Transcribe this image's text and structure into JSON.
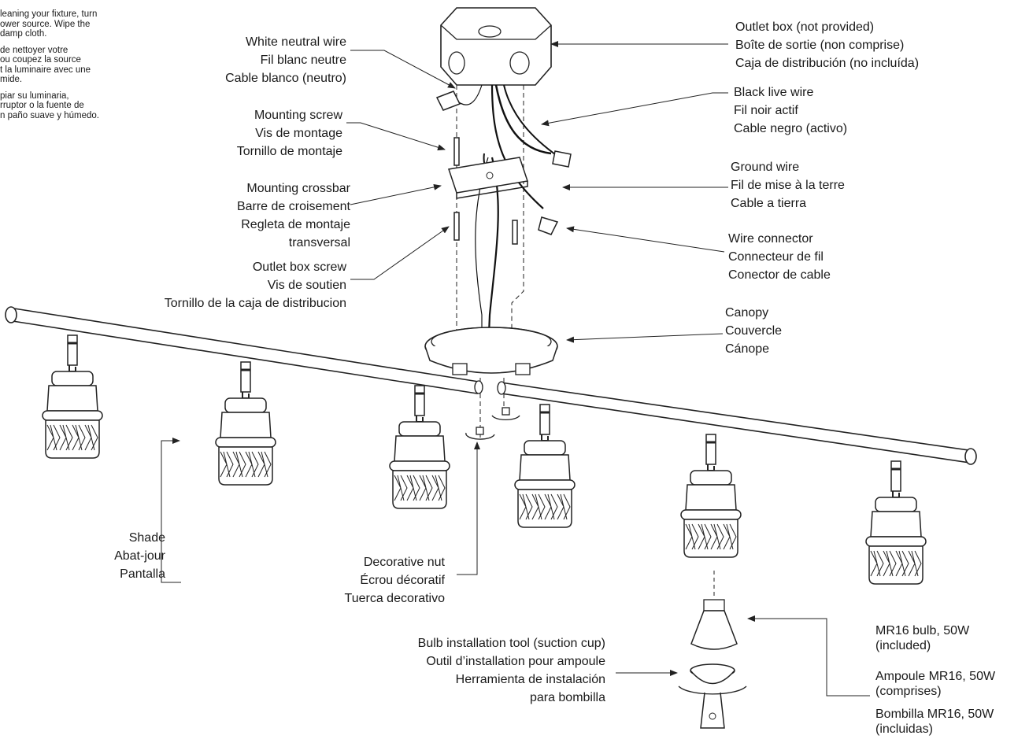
{
  "cleaning_note": {
    "en": [
      "leaning your fixture, turn",
      "ower source. Wipe the",
      "damp cloth."
    ],
    "fr": [
      "de nettoyer votre",
      "ou coupez la source",
      "t la luminaire avec une",
      "mide."
    ],
    "es": [
      "piar su luminaria,",
      "rruptor o la fuente de",
      "n paño suave y húmedo."
    ]
  },
  "labels": {
    "white_wire": [
      "White neutral wire",
      "Fil blanc neutre",
      "Cable blanco (neutro)"
    ],
    "mount_screw": [
      "Mounting screw",
      "Vis de montage",
      "Tornillo de montaje"
    ],
    "crossbar": [
      "Mounting crossbar",
      "Barre de croisement",
      "Regleta de montaje",
      "transversal"
    ],
    "outlet_screw": [
      "Outlet box screw",
      "Vis de soutien",
      "Tornillo de la caja de distribucion"
    ],
    "outlet_box": [
      "Outlet box (not provided)",
      "Boîte de sortie (non comprise)",
      "Caja de distribución (no incluída)"
    ],
    "black_wire": [
      "Black live wire",
      "Fil noir actif",
      "Cable negro (activo)"
    ],
    "ground_wire": [
      "Ground wire",
      "Fil de mise à la terre",
      "Cable a tierra"
    ],
    "connector": [
      "Wire connector",
      "Connecteur de fil",
      "Conector de cable"
    ],
    "canopy": [
      "Canopy",
      "Couvercle",
      "Cánope"
    ],
    "shade": [
      "Shade",
      "Abat-jour",
      "Pantalla"
    ],
    "deco_nut": [
      "Decorative nut",
      "Écrou décoratif",
      "Tuerca decorativo"
    ],
    "bulb_tool": [
      "Bulb installation tool (suction cup)",
      "Outil d’installation pour ampoule",
      "Herramienta de instalación",
      "para bombilla"
    ],
    "bulb_en": [
      "MR16 bulb, 50W",
      "(included)"
    ],
    "bulb_fr": [
      "Ampoule MR16, 50W",
      "(comprises)"
    ],
    "bulb_es": [
      "Bombilla MR16, 50W",
      "(incluidas)"
    ]
  }
}
